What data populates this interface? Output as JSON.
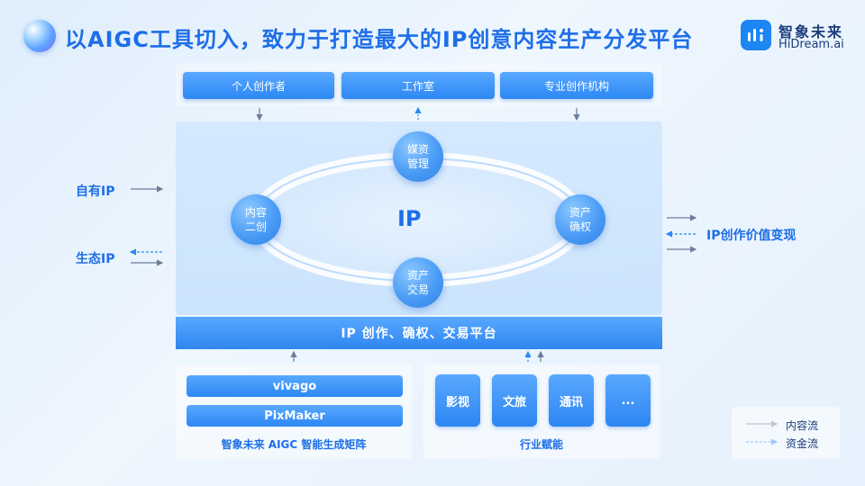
{
  "header": {
    "title": "以AIGC工具切入，致力于打造最大的IP创意内容生产分发平台",
    "brand_cn": "智象未来",
    "brand_en": "HiDream.ai"
  },
  "top_row": [
    "个人创作者",
    "工作室",
    "专业创作机构"
  ],
  "ring": {
    "center": "IP",
    "nodes": {
      "top": [
        "媒资",
        "管理"
      ],
      "left": [
        "内容",
        "二创"
      ],
      "right": [
        "资产",
        "确权"
      ],
      "bottom": [
        "资产",
        "交易"
      ]
    }
  },
  "platform_label": "IP 创作、确权、交易平台",
  "left_side": {
    "own_ip": "自有IP",
    "eco_ip": "生态IP"
  },
  "right_side": {
    "label": "IP创作价值变现"
  },
  "bottom_left": {
    "items": [
      "vivago",
      "PixMaker"
    ],
    "caption": "智象未来 AIGC 智能生成矩阵"
  },
  "bottom_right": {
    "tiles": [
      "影视",
      "文旅",
      "通讯",
      "..."
    ],
    "caption": "行业赋能"
  },
  "legend": {
    "content_flow": "内容流",
    "capital_flow": "资金流"
  },
  "colors": {
    "accent": "#1d6ee8",
    "button": "#2d88f4",
    "arrow_gray": "#6b7d99",
    "arrow_blue": "#2d88f4"
  }
}
